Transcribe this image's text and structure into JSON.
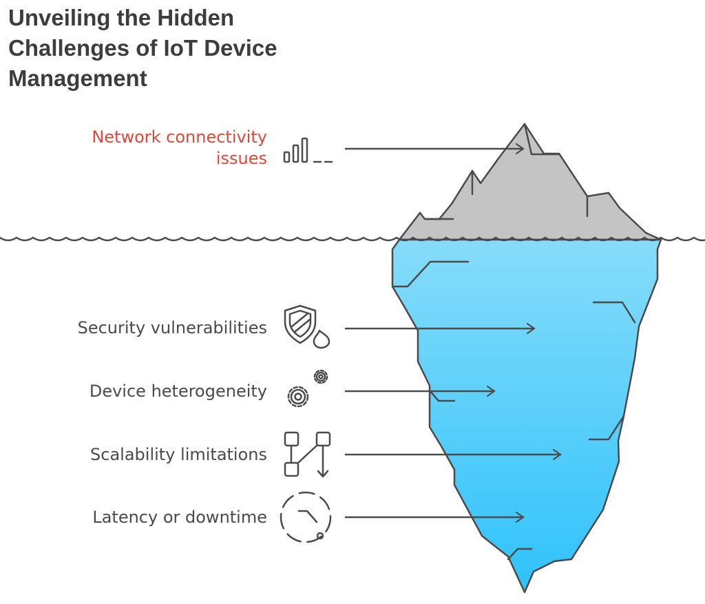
{
  "title": [
    "Unveiling the Hidden",
    "Challenges of IoT Device",
    "Management"
  ],
  "above_water": {
    "label": [
      "Network connectivity",
      "issues"
    ],
    "icon": "signal-bars-icon",
    "color": "#e0483a"
  },
  "below_water": [
    {
      "label": "Security vulnerabilities",
      "icon": "shield-fire-icon"
    },
    {
      "label": "Device heterogeneity",
      "icon": "gears-icon"
    },
    {
      "label": "Scalability limitations",
      "icon": "scaling-flow-icon"
    },
    {
      "label": "Latency or downtime",
      "icon": "timer-icon"
    }
  ],
  "colors": {
    "text": "#4a4a4a",
    "title": "#3d3d3d",
    "iceberg_above": "#c4c4c4",
    "iceberg_below_top": "#86dcfa",
    "iceberg_below_bottom": "#2fc2fb",
    "outline": "#4a4a4a"
  }
}
